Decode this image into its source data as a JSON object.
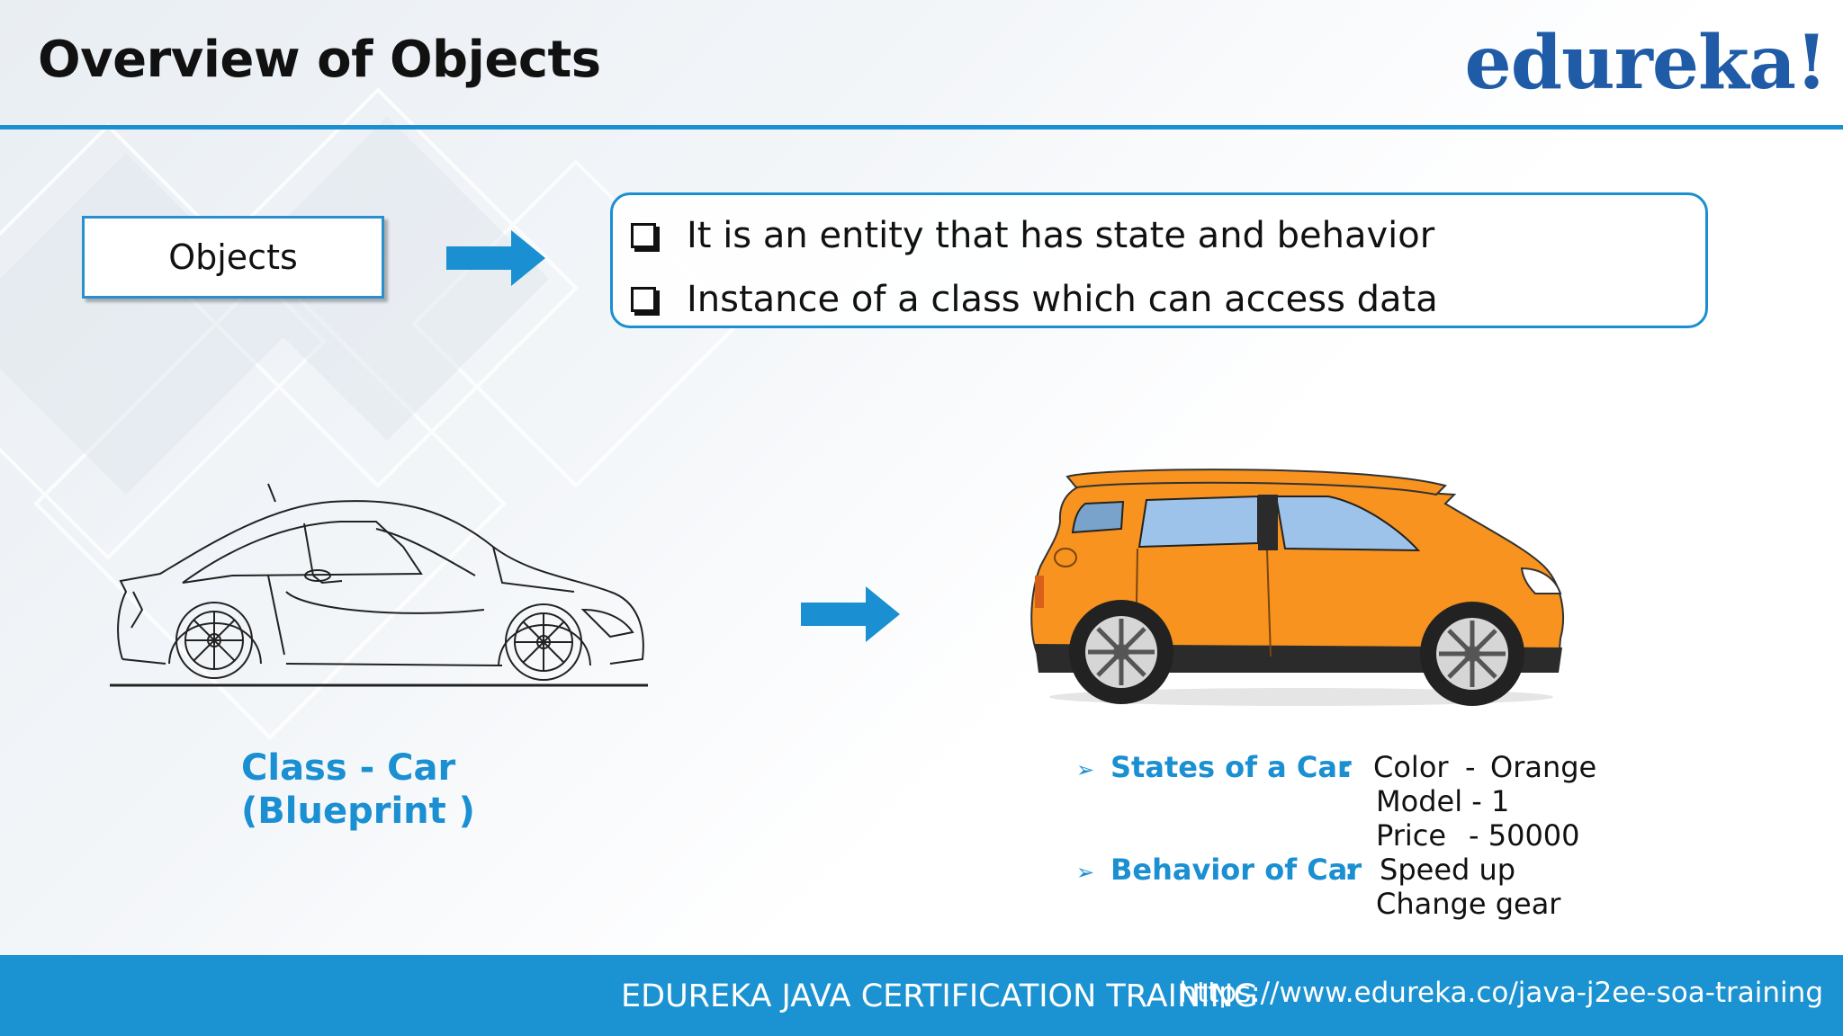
{
  "header": {
    "title": "Overview of Objects",
    "logo": "edureka!"
  },
  "objects_label": "Objects",
  "definition": {
    "items": [
      "It is an entity that has state and behavior",
      "Instance of a class which can access data"
    ]
  },
  "class_caption": {
    "line1": "Class - Car",
    "line2": "(Blueprint )"
  },
  "car_details": {
    "states_label": "States of a Car",
    "separator": ":",
    "color_key": "Color",
    "color_dash": "-",
    "color_value": "Orange",
    "model": "Model - 1",
    "price_key": "Price",
    "price_value": "- 50000",
    "behavior_label": "Behavior of Car",
    "behavior_1": "Speed up",
    "behavior_2": "Change gear"
  },
  "footer": {
    "course": "EDUREKA JAVA CERTIFICATION TRAINING",
    "url": "https://www.edureka.co/java-j2ee-soa-training"
  },
  "colors": {
    "accent": "#1a8fd1",
    "logo": "#1f5ba6",
    "car_body": "#f7931e"
  },
  "icons": [
    "arrow-right-icon",
    "checkbox-icon",
    "bullet-arrow-icon"
  ]
}
